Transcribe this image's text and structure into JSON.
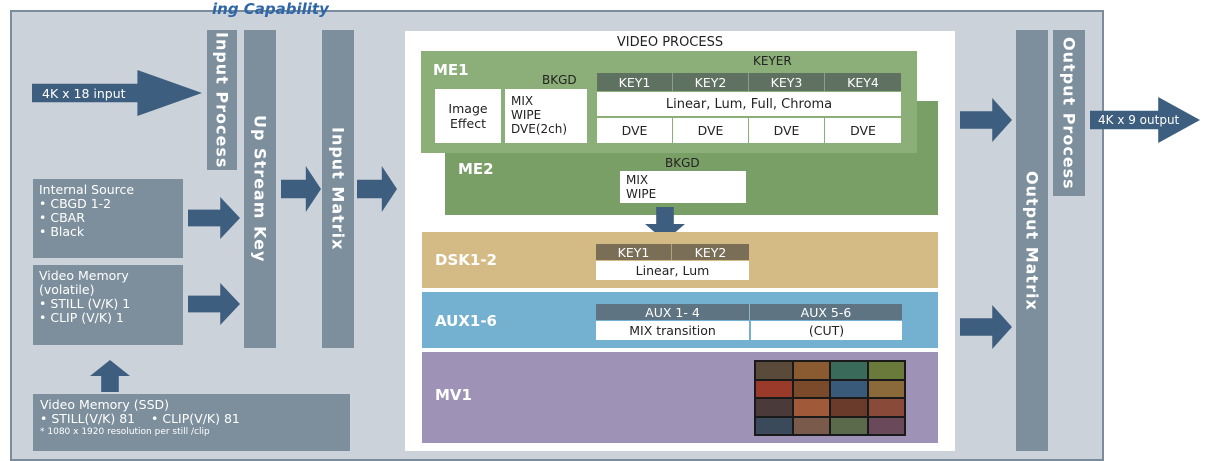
{
  "header_title": "ing Capability",
  "inputs": {
    "input_4k": "4K x 18 input",
    "input_process": "Input Process",
    "up_stream_key": "Up Stream Key",
    "input_matrix": "Input Matrix"
  },
  "internal_source": {
    "title": "Internal Source",
    "items": [
      "• CBGD 1-2",
      "• CBAR",
      "• Black"
    ]
  },
  "video_memory_volatile": {
    "title": "Video Memory",
    "subtitle": "(volatile)",
    "items": [
      "• STILL (V/K) 1",
      "• CLIP (V/K) 1"
    ]
  },
  "video_memory_ssd": {
    "title": "Video Memory (SSD)",
    "line": "• STILL(V/K) 81    • CLIP(V/K) 81",
    "note": "* 1080 x 1920 resolution per still /clip"
  },
  "video_process": {
    "title": "VIDEO PROCESS",
    "me1": {
      "label": "ME1",
      "bkgd": "BKGD",
      "keyer": "KEYER",
      "image_effect": [
        "Image",
        "Effect"
      ],
      "transitions": [
        "MIX",
        "WIPE",
        "DVE(2ch)"
      ],
      "keys": [
        "KEY1",
        "KEY2",
        "KEY3",
        "KEY4"
      ],
      "key_types": "Linear, Lum, Full, Chroma",
      "dve": [
        "DVE",
        "DVE",
        "DVE",
        "DVE"
      ]
    },
    "me2": {
      "label": "ME2",
      "bkgd": "BKGD",
      "transitions": [
        "MIX",
        "WIPE"
      ]
    },
    "dsk": {
      "label": "DSK1-2",
      "keys": [
        "KEY1",
        "KEY2"
      ],
      "types": "Linear, Lum"
    },
    "aux": {
      "label": "AUX1-6",
      "groups": [
        "AUX 1- 4",
        "AUX 5-6"
      ],
      "modes": [
        "MIX transition",
        "(CUT)"
      ]
    },
    "mv": {
      "label": "MV1"
    }
  },
  "outputs": {
    "output_matrix": "Output Matrix",
    "output_process": "Output Process",
    "output_4k": "4K x 9 output"
  },
  "colors": {
    "frame_bg": "#cbd2d9",
    "gray_box": "#7d8f9d",
    "arrow": "#3e5e7f",
    "me1": "#8cae78",
    "me2": "#7a9f66",
    "dsk": "#d4bb86",
    "aux": "#74b0cf",
    "mv": "#9e93b6"
  }
}
